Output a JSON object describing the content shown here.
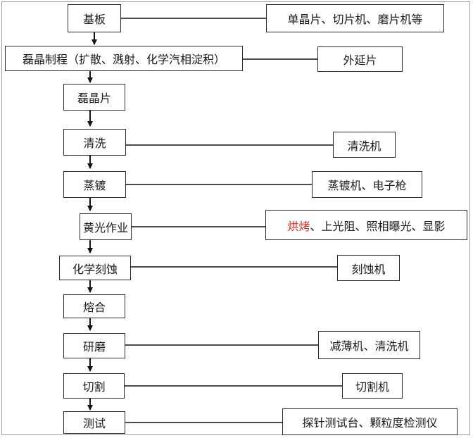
{
  "steps": [
    {
      "label": "基板",
      "equipment": "单晶片、切片机、磨片机等"
    },
    {
      "label": "磊晶制程（扩散、溅射、化学汽相淀积）",
      "equipment": "外延片"
    },
    {
      "label": "磊晶片",
      "equipment": ""
    },
    {
      "label": "清洗",
      "equipment": "清洗机"
    },
    {
      "label": "蒸镀",
      "equipment": "蒸镀机、电子枪"
    },
    {
      "label": "黄光作业",
      "equipment_highlight": "烘烤",
      "equipment": "、上光阻、照相曝光、显影"
    },
    {
      "label": "化学刻蚀",
      "equipment": "刻蚀机"
    },
    {
      "label": "熔合",
      "equipment": ""
    },
    {
      "label": "研磨",
      "equipment": "减薄机、清洗机"
    },
    {
      "label": "切割",
      "equipment": "切割机"
    },
    {
      "label": "测试",
      "equipment": "探针测试台、颗粒度检测仪"
    }
  ]
}
